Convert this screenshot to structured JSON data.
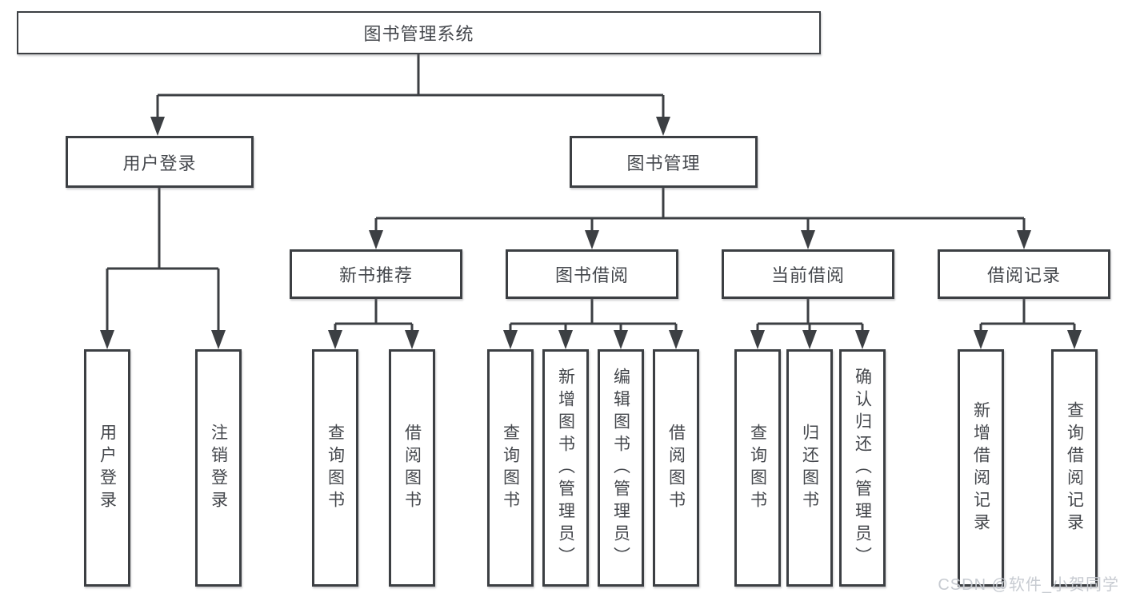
{
  "colors": {
    "line": "#3c3f43",
    "box_border": "#3c3f43",
    "box_fill": "#ffffff",
    "text": "#44474c",
    "watermark": "#c4c8cf",
    "background": "#ffffff"
  },
  "nodes": {
    "root": {
      "label": "图书管理系统"
    },
    "branches": [
      {
        "label": "用户登录",
        "leaves": [
          "用户登录",
          "注销登录"
        ]
      },
      {
        "label": "图书管理",
        "groups": [
          {
            "label": "新书推荐",
            "leaves": [
              "查询图书",
              "借阅图书"
            ]
          },
          {
            "label": "图书借阅",
            "leaves": [
              "查询图书",
              "新增图书（管理员）",
              "编辑图书（管理员）",
              "借阅图书"
            ]
          },
          {
            "label": "当前借阅",
            "leaves": [
              "查询图书",
              "归还图书",
              "确认归还（管理员）"
            ]
          },
          {
            "label": "借阅记录",
            "leaves": [
              "新增借阅记录",
              "查询借阅记录"
            ]
          }
        ]
      }
    ]
  },
  "watermark": "CSDN @软件_小贺同学"
}
